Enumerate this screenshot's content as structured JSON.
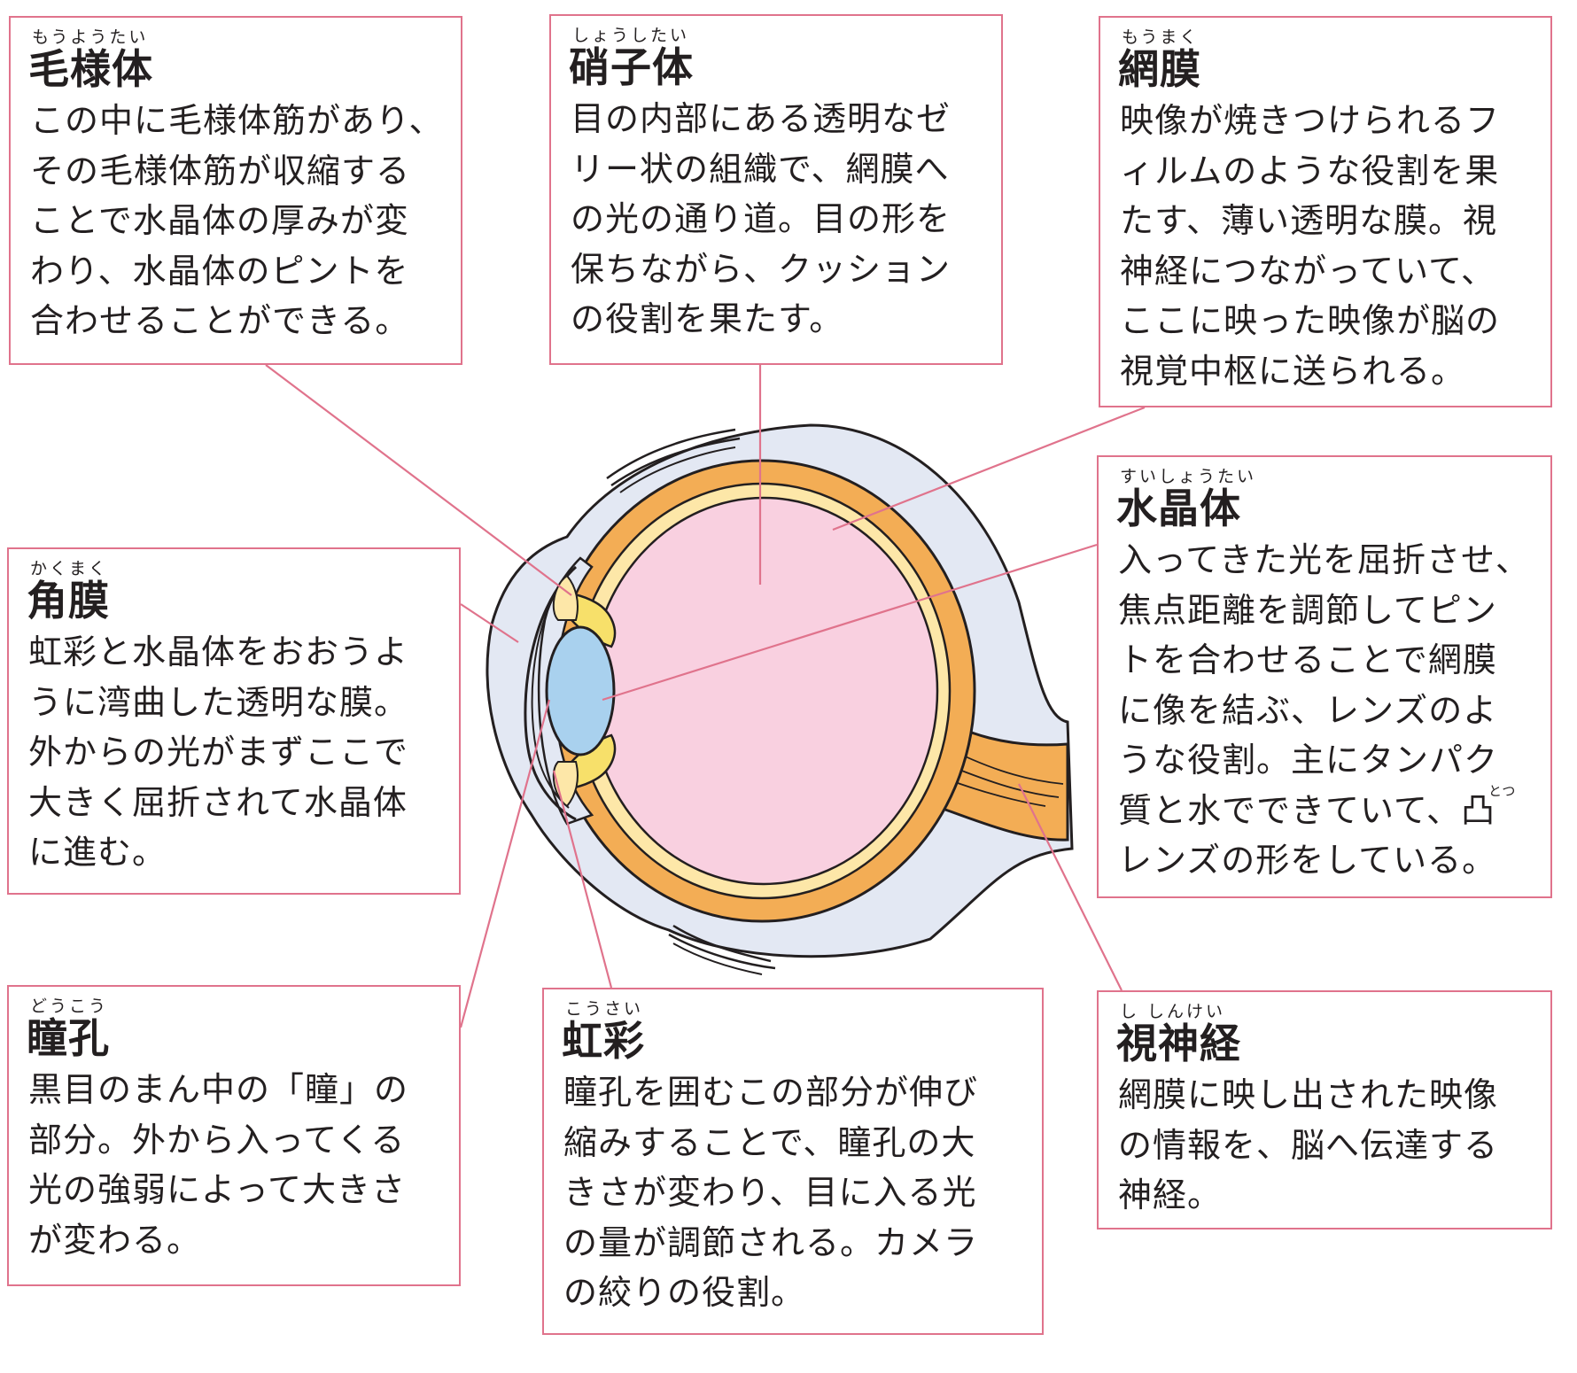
{
  "parts": {
    "ciliary": {
      "reading": "もうようたい",
      "name": "毛様体",
      "text": "この中に毛様体筋があり、\nその毛様体筋が収縮する\nことで水晶体の厚みが変\nわり、水晶体のピントを\n合わせることができる。"
    },
    "vitreous": {
      "reading": "しょうしたい",
      "name": "硝子体",
      "text": "目の内部にある透明なゼ\nリー状の組織で、網膜へ\nの光の通り道。目の形を\n保ちながら、クッション\nの役割を果たす。"
    },
    "retina": {
      "reading": "もうまく",
      "name": "網膜",
      "text": "映像が焼きつけられるフ\nィルムのような役割を果\nたす、薄い透明な膜。視\n神経につながっていて、\nここに映った映像が脳の\n視覚中枢に送られる。"
    },
    "cornea": {
      "reading": "かくまく",
      "name": "角膜",
      "text": "虹彩と水晶体をおおうよ\nうに湾曲した透明な膜。\n外からの光がまずここで\n大きく屈折されて水晶体\nに進む。"
    },
    "lens": {
      "reading": "すいしょうたい",
      "name": "水晶体",
      "text": "入ってきた光を屈折させ、\n焦点距離を調節してピン\nトを合わせることで網膜\nに像を結ぶ、レンズのよ\nうな役割。主にタンパク\n質と水でできていて、凸\nレンズの形をしている。",
      "extra_reading": "とつ"
    },
    "pupil": {
      "reading": "どうこう",
      "name": "瞳孔",
      "text": "黒目のまん中の「瞳」の\n部分。外から入ってくる\n光の強弱によって大きさ\nが変わる。"
    },
    "iris": {
      "reading": "こうさい",
      "name": "虹彩",
      "text": "瞳孔を囲むこの部分が伸び\n縮みすることで、瞳孔の大\nきさが変わり、目に入る光\nの量が調節される。カメラ\nの絞りの役割。"
    },
    "optic_nerve": {
      "reading": "し しんけい",
      "name": "視神経",
      "text": "網膜に映し出された映像\nの情報を、脳へ伝達する\n神経。"
    }
  },
  "colors": {
    "box_border": "#e0738c",
    "leader_line": "#e0738c",
    "vitreous_fill": "#f9d0e0",
    "choroid_fill": "#f3ad55",
    "retina_fill": "#fde7a8",
    "sclera_fill": "#e3e8f3",
    "lens_fill": "#a9d1ee",
    "ciliary_fill": "#f7e06a"
  }
}
